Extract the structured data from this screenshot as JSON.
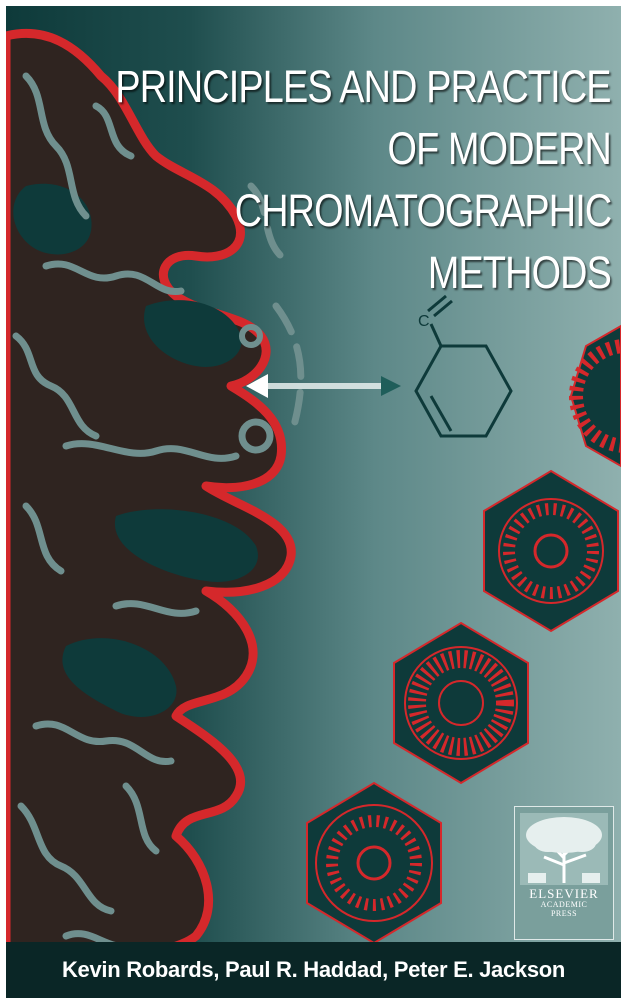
{
  "cover": {
    "title_lines": [
      "PRINCIPLES AND PRACTICE",
      "OF MODERN",
      "CHROMATOGRAPHIC",
      "METHODS"
    ],
    "authors": "Kevin Robards, Paul R. Haddad, Peter E. Jackson",
    "publisher": {
      "name": "ELSEVIER",
      "imprint_line1": "ACADEMIC",
      "imprint_line2": "PRESS"
    },
    "molecule_label": "C",
    "colors": {
      "background_dark": "#0e3a3a",
      "background_light": "#8fb0ae",
      "accent_red": "#d5282b",
      "teal_shape": "#0e3a3a",
      "grey_strand": "#6f8f8e"
    }
  }
}
